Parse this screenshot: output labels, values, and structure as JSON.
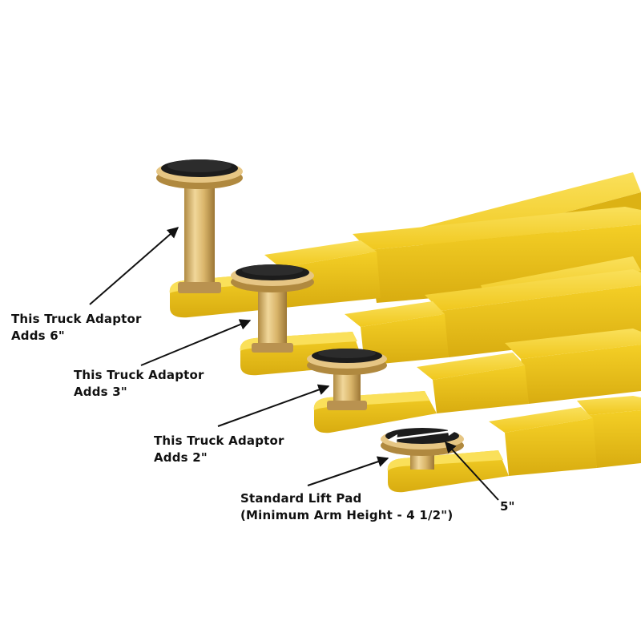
{
  "colors": {
    "arm_yellow": "#f2cc22",
    "arm_shadow": "#d9ad12",
    "arm_highlight": "#f9dc4a",
    "pad_rubber": "#1c1c1c",
    "brass": "#d9b56a",
    "brass_dark": "#a9833c",
    "leader_line": "#111111"
  },
  "labels": {
    "adapter_6": {
      "line1": "This Truck Adaptor",
      "line2": "Adds 6\""
    },
    "adapter_3": {
      "line1": "This Truck Adaptor",
      "line2": "Adds 3\""
    },
    "adapter_2": {
      "line1": "This Truck Adaptor",
      "line2": "Adds  2\""
    },
    "standard_pad": {
      "line1": "Standard Lift Pad",
      "line2": "(Minimum Arm Height  - 4 1/2\")"
    },
    "diameter": "5\""
  }
}
